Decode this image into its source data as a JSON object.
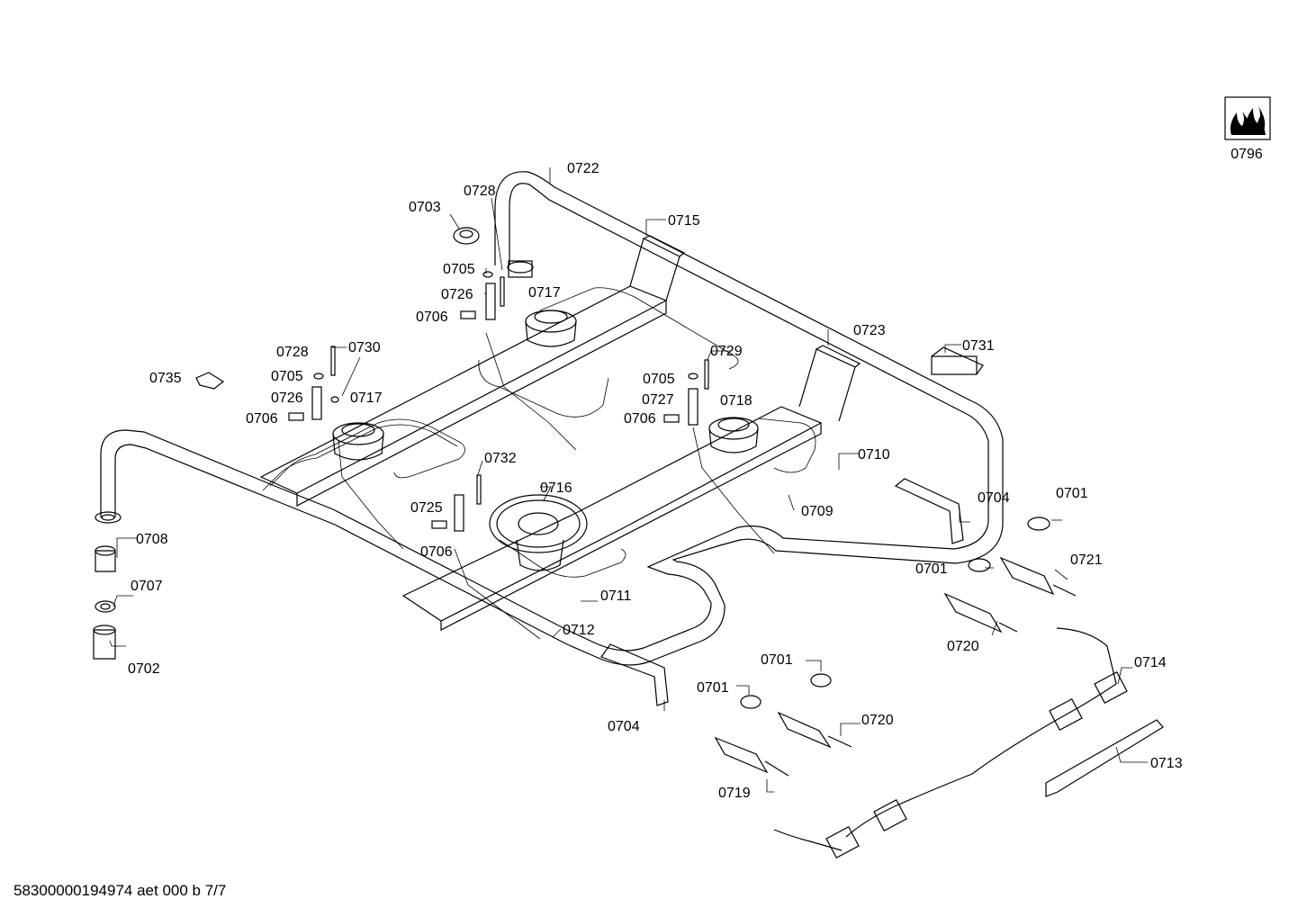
{
  "footer": {
    "doc_number": "58300000194974 aet 000 b 7/7"
  },
  "icon": {
    "name": "gas-flame-icon",
    "label": "0796"
  },
  "callouts": [
    {
      "id": "0722"
    },
    {
      "id": "0728"
    },
    {
      "id": "0703"
    },
    {
      "id": "0715"
    },
    {
      "id": "0705"
    },
    {
      "id": "0726"
    },
    {
      "id": "0717"
    },
    {
      "id": "0706"
    },
    {
      "id": "0723"
    },
    {
      "id": "0731"
    },
    {
      "id": "0728"
    },
    {
      "id": "0730"
    },
    {
      "id": "0729"
    },
    {
      "id": "0735"
    },
    {
      "id": "0705"
    },
    {
      "id": "0705"
    },
    {
      "id": "0726"
    },
    {
      "id": "0717"
    },
    {
      "id": "0727"
    },
    {
      "id": "0718"
    },
    {
      "id": "0706"
    },
    {
      "id": "0706"
    },
    {
      "id": "0710"
    },
    {
      "id": "0732"
    },
    {
      "id": "0716"
    },
    {
      "id": "0725"
    },
    {
      "id": "0709"
    },
    {
      "id": "0704"
    },
    {
      "id": "0701"
    },
    {
      "id": "0708"
    },
    {
      "id": "0706"
    },
    {
      "id": "0701"
    },
    {
      "id": "0721"
    },
    {
      "id": "0707"
    },
    {
      "id": "0711"
    },
    {
      "id": "0720"
    },
    {
      "id": "0712"
    },
    {
      "id": "0702"
    },
    {
      "id": "0714"
    },
    {
      "id": "0701"
    },
    {
      "id": "0701"
    },
    {
      "id": "0720"
    },
    {
      "id": "0704"
    },
    {
      "id": "0713"
    },
    {
      "id": "0719"
    }
  ]
}
